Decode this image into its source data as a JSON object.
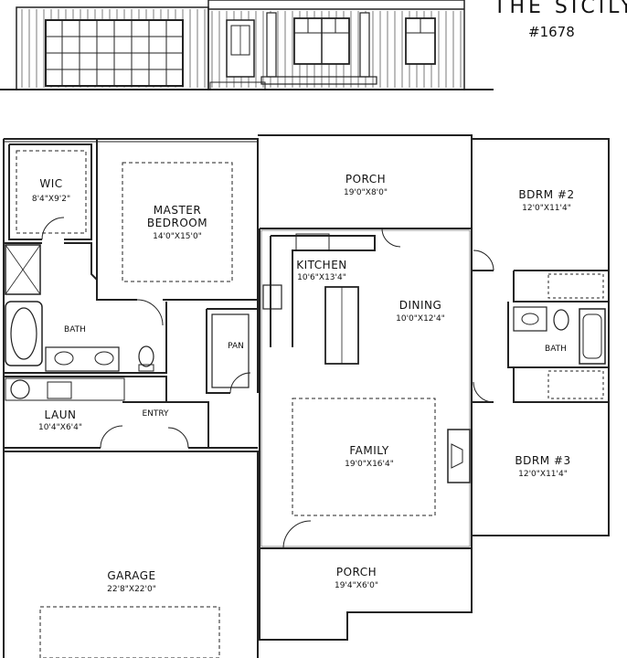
{
  "title": "THE SICILY",
  "plan_number": "#1678",
  "rooms": {
    "wic": {
      "name": "WIC",
      "dim": "8'4\"X9'2\""
    },
    "master": {
      "name1": "MASTER",
      "name2": "BEDROOM",
      "dim": "14'0\"X15'0\""
    },
    "porch_rear": {
      "name": "PORCH",
      "dim": "19'0\"X8'0\""
    },
    "bdrm2": {
      "name": "BDRM #2",
      "dim": "12'0\"X11'4\""
    },
    "kitchen": {
      "name": "KITCHEN",
      "dim": "10'6\"X13'4\""
    },
    "dining": {
      "name": "DINING",
      "dim": "10'0\"X12'4\""
    },
    "master_bath": {
      "name": "BATH"
    },
    "pantry": {
      "name": "PAN"
    },
    "hall_bath": {
      "name": "BATH"
    },
    "laundry": {
      "name": "LAUN",
      "dim": "10'4\"X6'4\""
    },
    "entry": {
      "name": "ENTRY"
    },
    "family": {
      "name": "FAMILY",
      "dim": "19'0\"X16'4\""
    },
    "bdrm3": {
      "name": "BDRM #3",
      "dim": "12'0\"X11'4\""
    },
    "garage": {
      "name": "GARAGE",
      "dim": "22'8\"X22'0\""
    },
    "porch_front": {
      "name": "PORCH",
      "dim": "19'4\"X6'0\""
    }
  }
}
